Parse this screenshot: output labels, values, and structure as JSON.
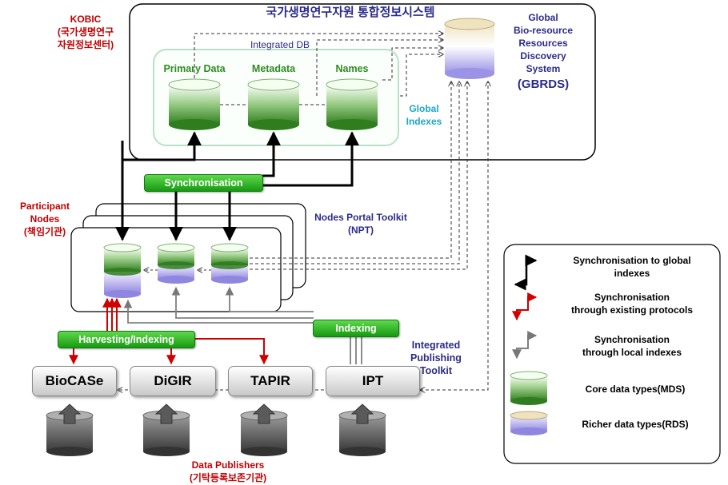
{
  "kobic": {
    "line1": "KOBIC",
    "line2": "(국가생명연구",
    "line3": "자원정보센터)"
  },
  "main_title": "국가생명연구자원 통합정보시스템",
  "integrated_db": "Integrated DB",
  "db_labels": {
    "primary": "Primary Data",
    "metadata": "Metadata",
    "names": "Names"
  },
  "global_indexes": {
    "line1": "Global",
    "line2": "Indexes"
  },
  "gbrds": {
    "line1": "Global",
    "line2": "Bio-resource",
    "line3": "Resources",
    "line4": "Discovery",
    "line5": "System",
    "abbr": "(GBRDS)"
  },
  "synchronisation": "Synchronisation",
  "participant": {
    "line1": "Participant",
    "line2": "Nodes",
    "line3": "(책임기관)"
  },
  "npt": {
    "line1": "Nodes Portal Toolkit",
    "line2": "(NPT)"
  },
  "harvesting": "Harvesting/Indexing",
  "indexing": "Indexing",
  "ipt_label": {
    "line1": "Integrated",
    "line2": "Publishing",
    "line3": "Toolkit"
  },
  "protocols": [
    "BioCASe",
    "DiGIR",
    "TAPIR",
    "IPT"
  ],
  "publishers": {
    "line1": "Data Publishers",
    "line2": "(기탁등록보존기관)"
  },
  "legend": {
    "sync_global": {
      "line1": "Synchronisation to  global",
      "line2": "indexes"
    },
    "sync_protocols": {
      "line1": "Synchronisation",
      "line2": "through existing protocols"
    },
    "sync_local": {
      "line1": "Synchronisation",
      "line2": "through local indexes"
    },
    "core": "Core data types(MDS)",
    "richer": "Richer data types(RDS)"
  },
  "colors": {
    "red": "#c00000",
    "navy": "#2b2b8a",
    "green": "#2e8b20",
    "cyan": "#1aa7c8",
    "gray": "#808080"
  }
}
